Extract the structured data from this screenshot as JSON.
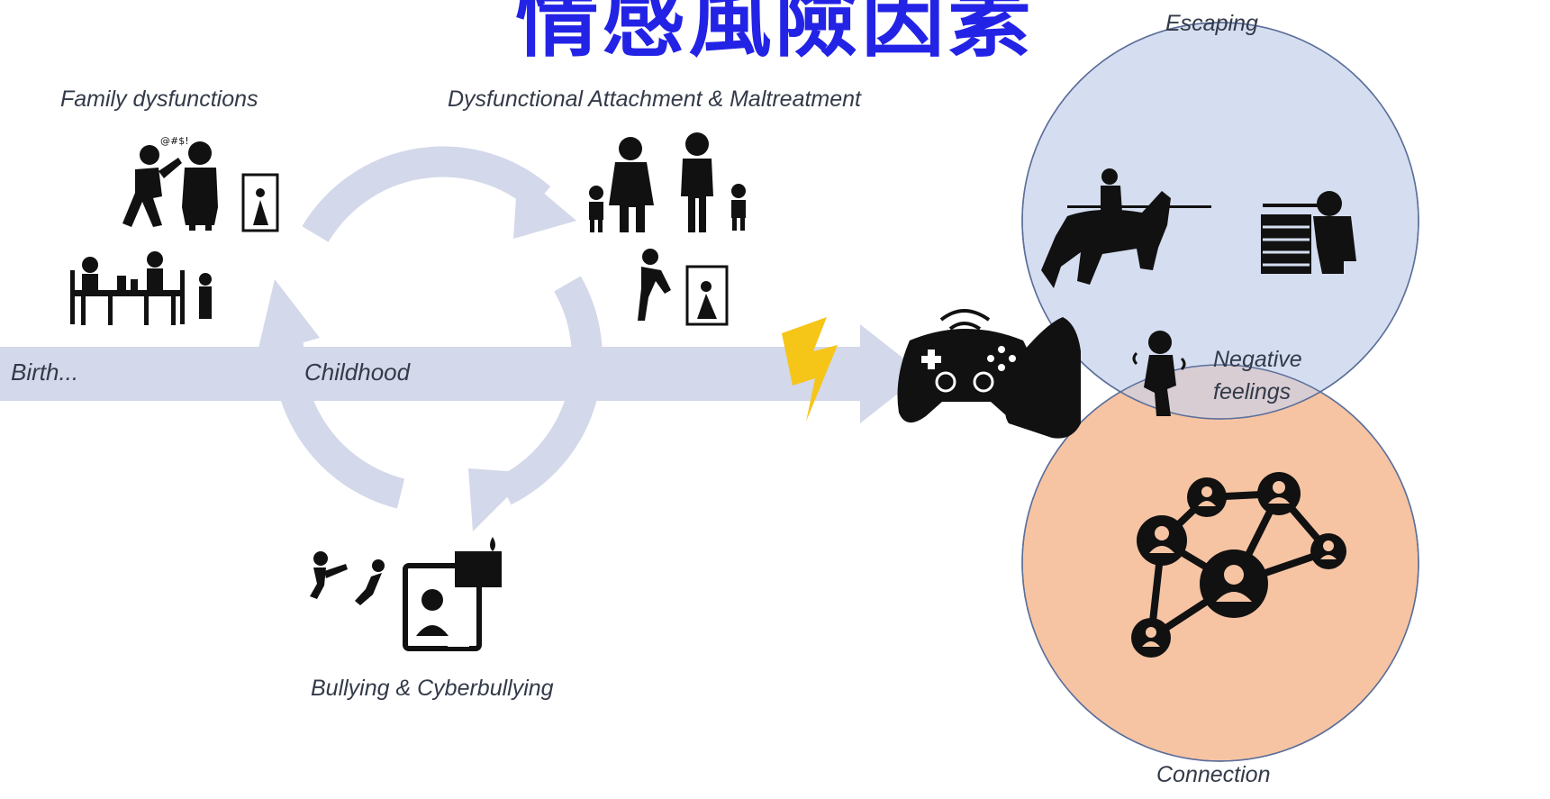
{
  "title": "情感風險因素",
  "labels": {
    "family": "Family dysfunctions",
    "attachment": "Dysfunctional Attachment & Maltreatment",
    "bullying": "Bullying & Cyberbullying",
    "birth": "Birth...",
    "childhood": "Childhood",
    "escaping": "Escaping",
    "connection": "Connection",
    "negative_line1": "Negative",
    "negative_line2": "feelings"
  },
  "colors": {
    "title": "#2323e6",
    "arrow": "#d3d8ea",
    "escaping_circle": "#d5def0",
    "connection_circle": "#f6c4a3",
    "overlap": "#d7cdd3",
    "lightning": "#f5c518",
    "icon": "#111111",
    "label": "#333a48"
  },
  "icons": [
    "family-argument-icon",
    "child-in-doorway-icon",
    "family-dinner-icon",
    "parent-child-attachment-icon",
    "crying-child-icon",
    "adult-scolding-child-icon",
    "kick-bullying-icon",
    "cyberbullying-laptop-icon",
    "game-controller-hand-icon",
    "lightning-bolt-icon",
    "knight-on-horse-icon",
    "soldier-behind-wall-icon",
    "distressed-person-icon",
    "social-network-icon"
  ]
}
